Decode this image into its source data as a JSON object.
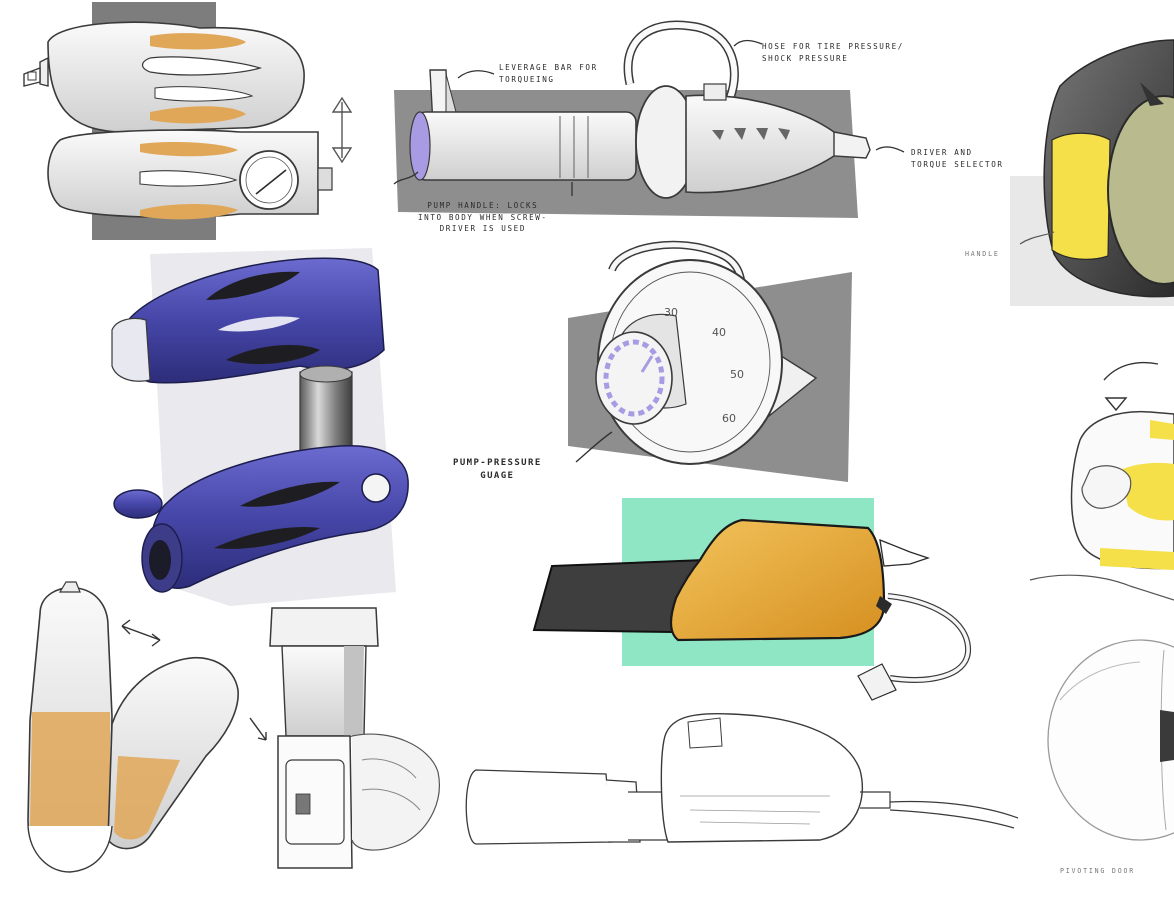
{
  "annotations": {
    "leverage": [
      "LEVERAGE BAR FOR",
      "TORQUEING"
    ],
    "hose": [
      "HOSE FOR TIRE PRESSURE/",
      "SHOCK PRESSURE"
    ],
    "driver": [
      "DRIVER AND",
      "TORQUE SELECTOR"
    ],
    "pump_handle": [
      "PUMP HANDLE: LOCKS",
      "INTO BODY WHEN SCREW-",
      "DRIVER IS USED"
    ],
    "pressure_gauge": [
      "PUMP-PRESSURE",
      "GUAGE"
    ],
    "handle": "HANDLE",
    "pivoting_door": "PIVOTING DOOR"
  },
  "gauge_numbers": [
    "30",
    "40",
    "50",
    "60"
  ],
  "colors": {
    "paper": "#ffffff",
    "pencil": "#3a3a3a",
    "marker_grey": "#8e8e8e",
    "tan": "#e1a758",
    "purple": "#4f4fb0",
    "yellow_gold": "#e6a830",
    "mint": "#8fe6c4",
    "bright_yellow": "#f5e04a",
    "gauge_face": "#b9ba8e",
    "violet_accent": "#a99be3"
  }
}
